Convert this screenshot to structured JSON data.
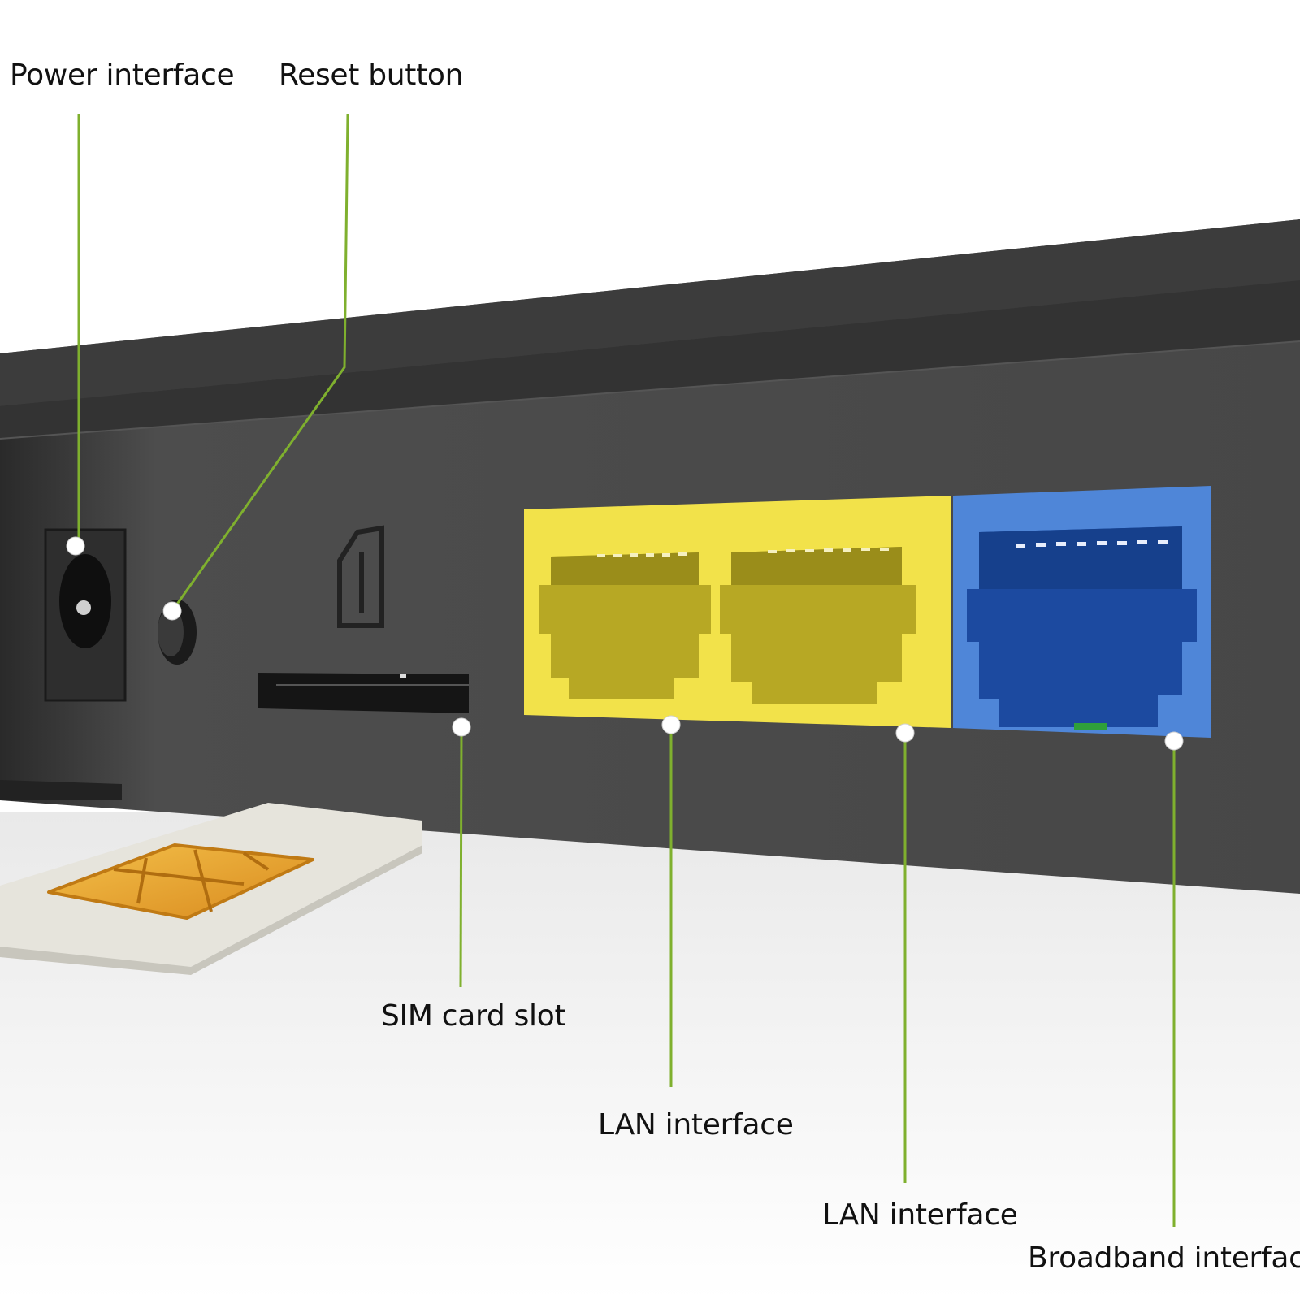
{
  "callouts": {
    "power": "Power interface",
    "reset": "Reset button",
    "sim": "SIM card slot",
    "lan1": "LAN interface",
    "lan2": "LAN interface",
    "broadband": "Broadband interface"
  },
  "colors": {
    "device_body": "#4a4a4a",
    "device_top": "#3a3a3a",
    "lan_port": "#f2e24a",
    "lan_port_inner": "#b7a824",
    "wan_port": "#4f86d8",
    "wan_port_inner": "#1c4aa0",
    "leader_line": "#7fb02e",
    "sim_chip": "#e8a030"
  }
}
